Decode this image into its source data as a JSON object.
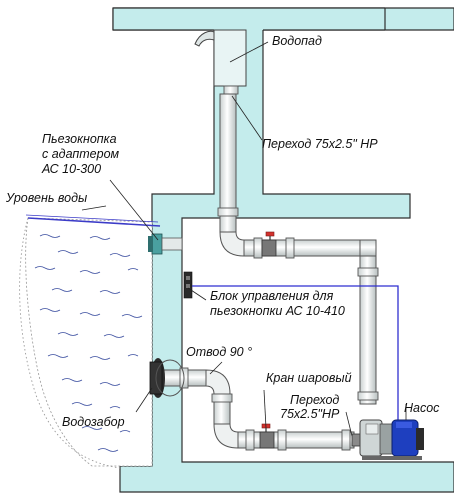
{
  "labels": {
    "waterfall": "Водопад",
    "transition_top": "Переход 75х2.5\" НР",
    "piezo_button_l1": "Пьезокнопка",
    "piezo_button_l2": "с адаптером",
    "piezo_button_l3": "АС 10-300",
    "water_level": "Уровень воды",
    "control_block_l1": "Блок управления для",
    "control_block_l2": "пьезокнопки АС 10-410",
    "elbow": "Отвод 90 °",
    "ball_valve": "Кран шаровый",
    "transition_bottom_l1": "Переход",
    "transition_bottom_l2": "75х2.5\"НР",
    "pump": "Насос",
    "intake": "Водозабор"
  },
  "colors": {
    "wall": "#c4ecec",
    "wall_outline": "#2e2e2e",
    "pipe_fill": "#f4f6f6",
    "pipe_outline": "#555555",
    "water_line": "#3c3cc8",
    "cable": "#2f2fd0",
    "valve_handle": "#d2322d",
    "pump_blue": "#1e3fbf"
  }
}
